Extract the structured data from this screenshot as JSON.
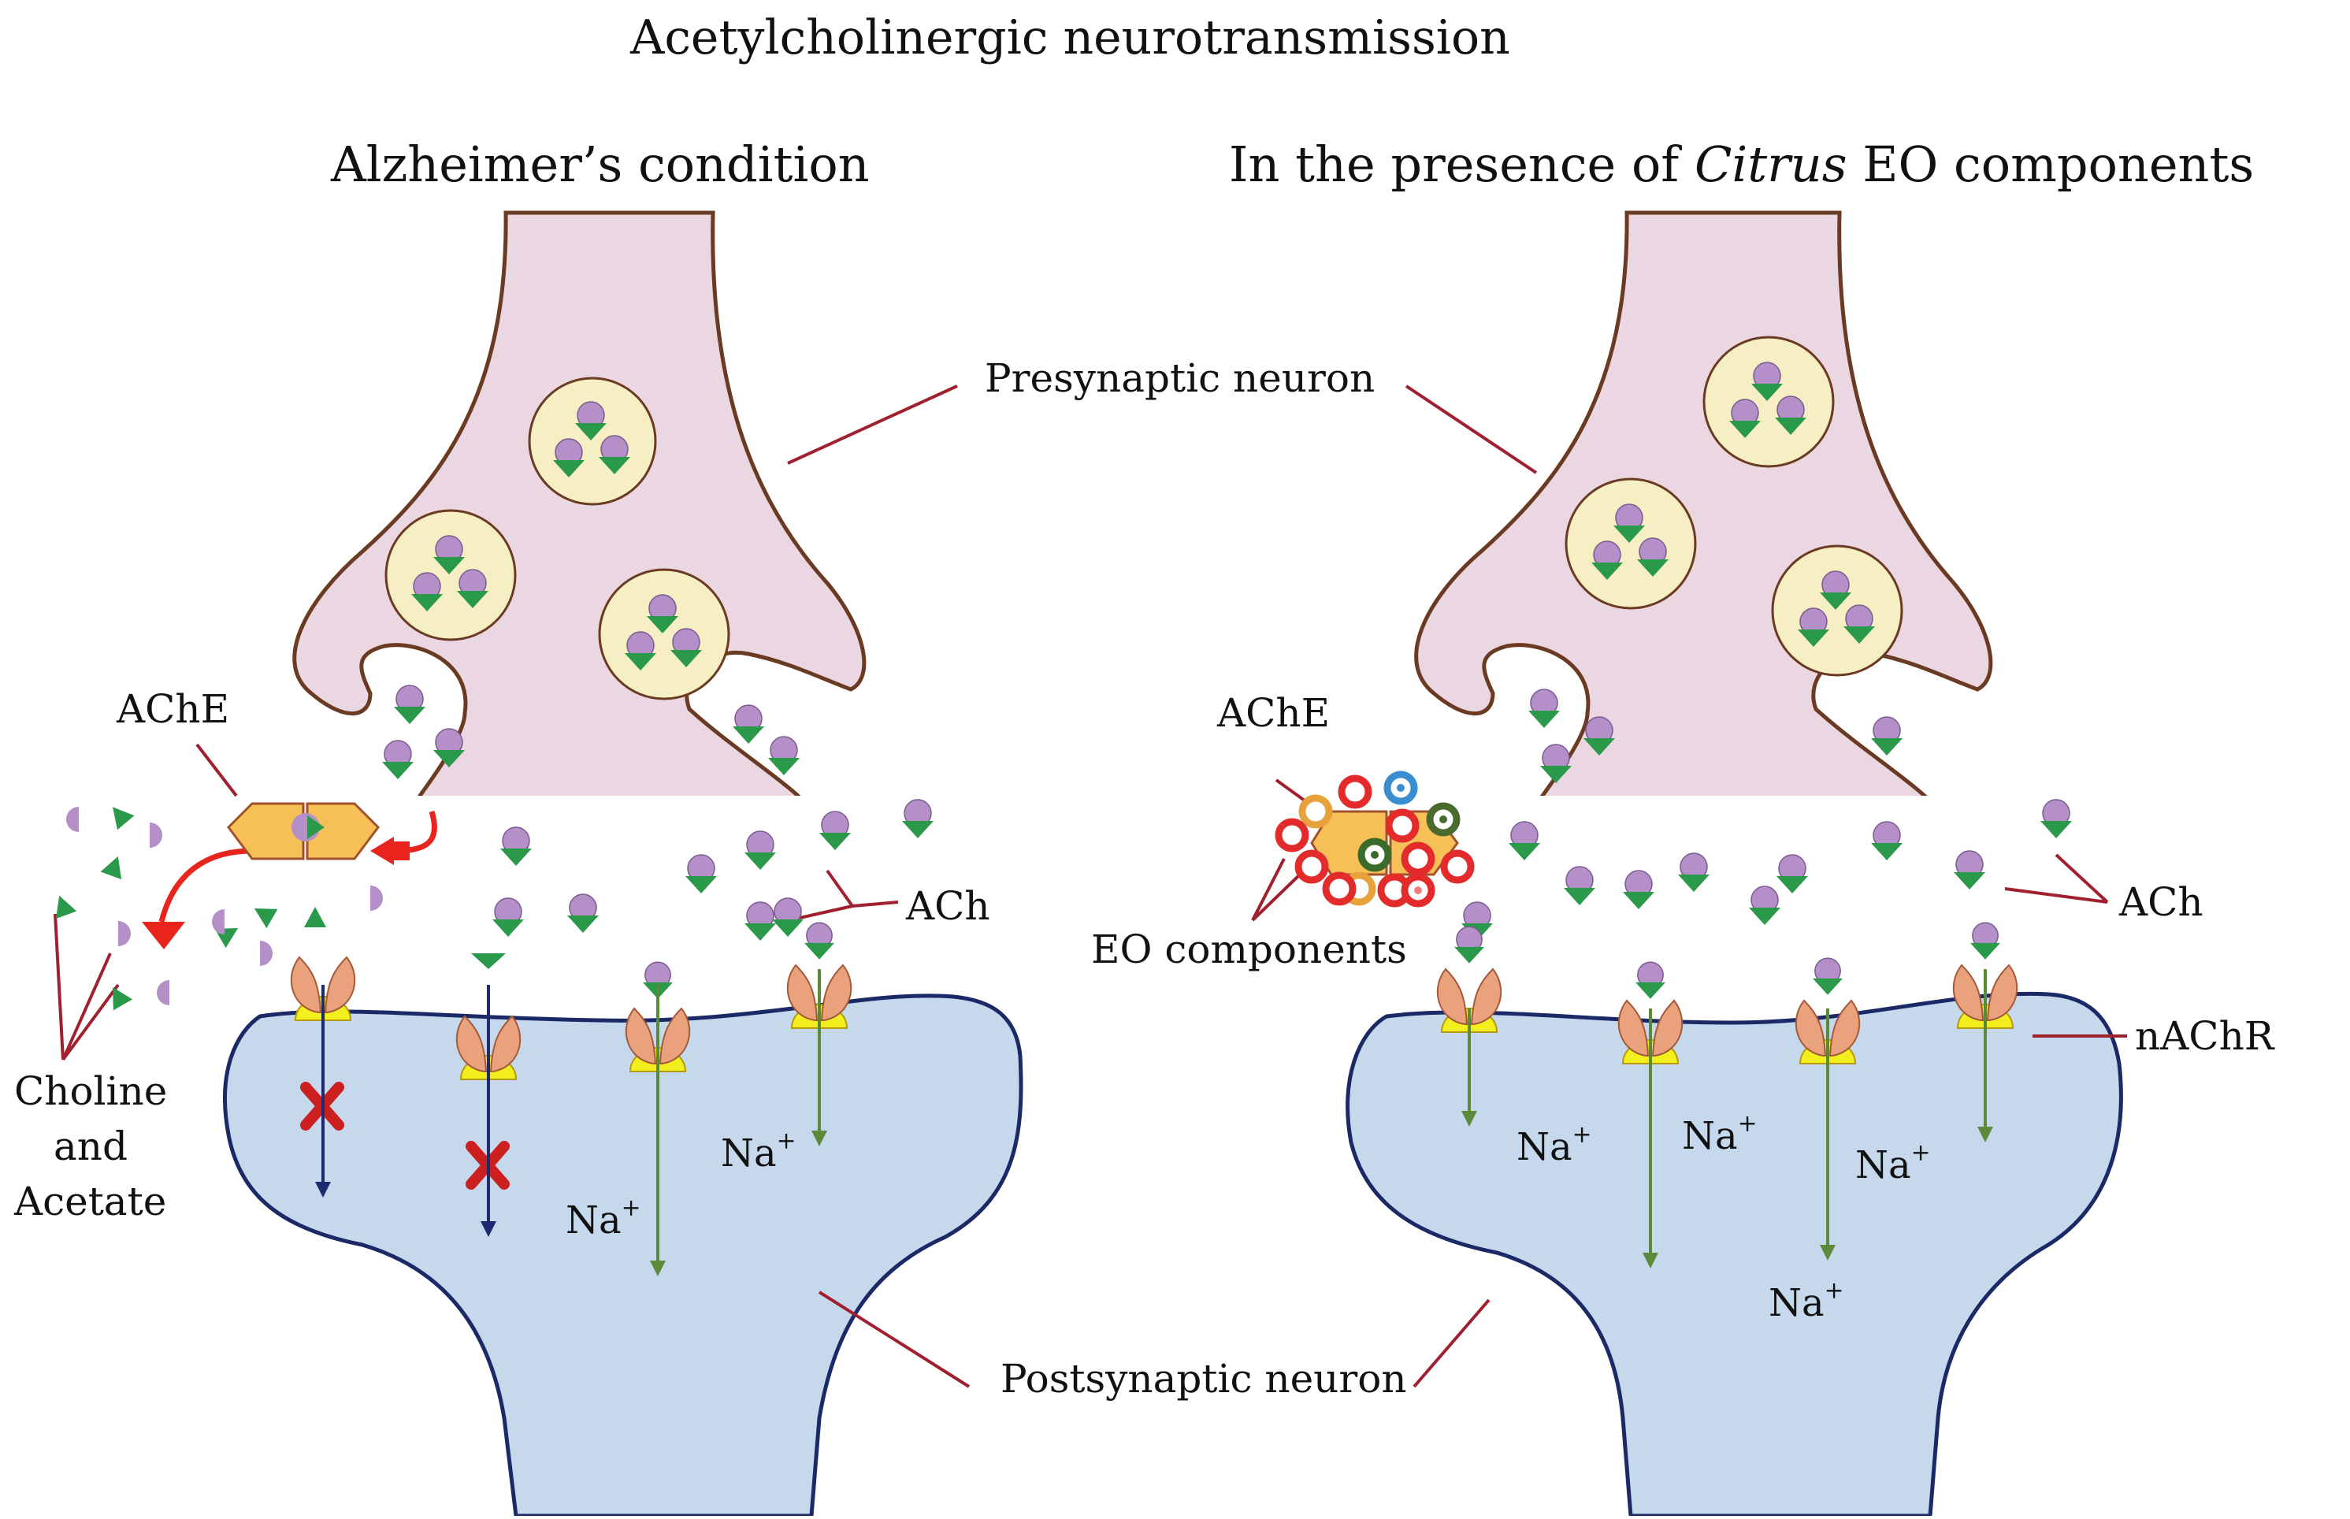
{
  "title": "Acetylcholinergic neurotransmission",
  "panels": {
    "left": {
      "heading": "Alzheimer's condition"
    },
    "right": {
      "heading_prefix": "In the presence of",
      "heading_italic": "Citrus",
      "heading_suffix": "EO components"
    }
  },
  "labels": {
    "presynaptic": "Presynaptic neuron",
    "postsynaptic": "Postsynaptic neuron",
    "ache_left": "AChE",
    "ache_right": "AChE",
    "ach_left": "ACh",
    "ach_right": "ACh",
    "choline_line1": "Choline",
    "choline_line2": "and",
    "choline_line3": "Acetate",
    "eo_components": "EO components",
    "nachr": "nAChR",
    "na_base": "Na",
    "na_sup": "+"
  },
  "colors": {
    "presynaptic_fill": "#ead7e1",
    "postsynaptic_fill": "#c6d8ec",
    "membrane": "#6b3a22",
    "post_membrane": "#1b2a66",
    "vesicle_fill": "#f6efc4",
    "ach_circle": "#b48fc8",
    "ach_triangle": "#2a9a4a",
    "receptor": "#e9a27c",
    "receptor_base": "#f3ee1e",
    "leader": "#a02030",
    "red_arrow": "#e8241c",
    "block_x": "#cc1f1f",
    "green_arrow": "#5b8a3a",
    "blue_arrow": "#1e2a70"
  }
}
